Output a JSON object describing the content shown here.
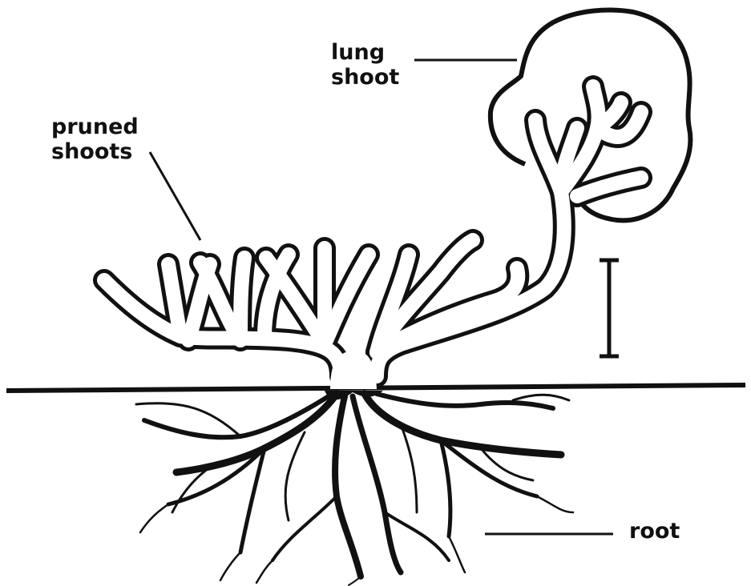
{
  "labels": {
    "lung_shoot": [
      "lung",
      "shoot"
    ],
    "pruned_shoots": [
      "pruned",
      "shoots"
    ],
    "root": "root"
  },
  "colors": {
    "ink": "#111111",
    "background": "#ffffff"
  }
}
